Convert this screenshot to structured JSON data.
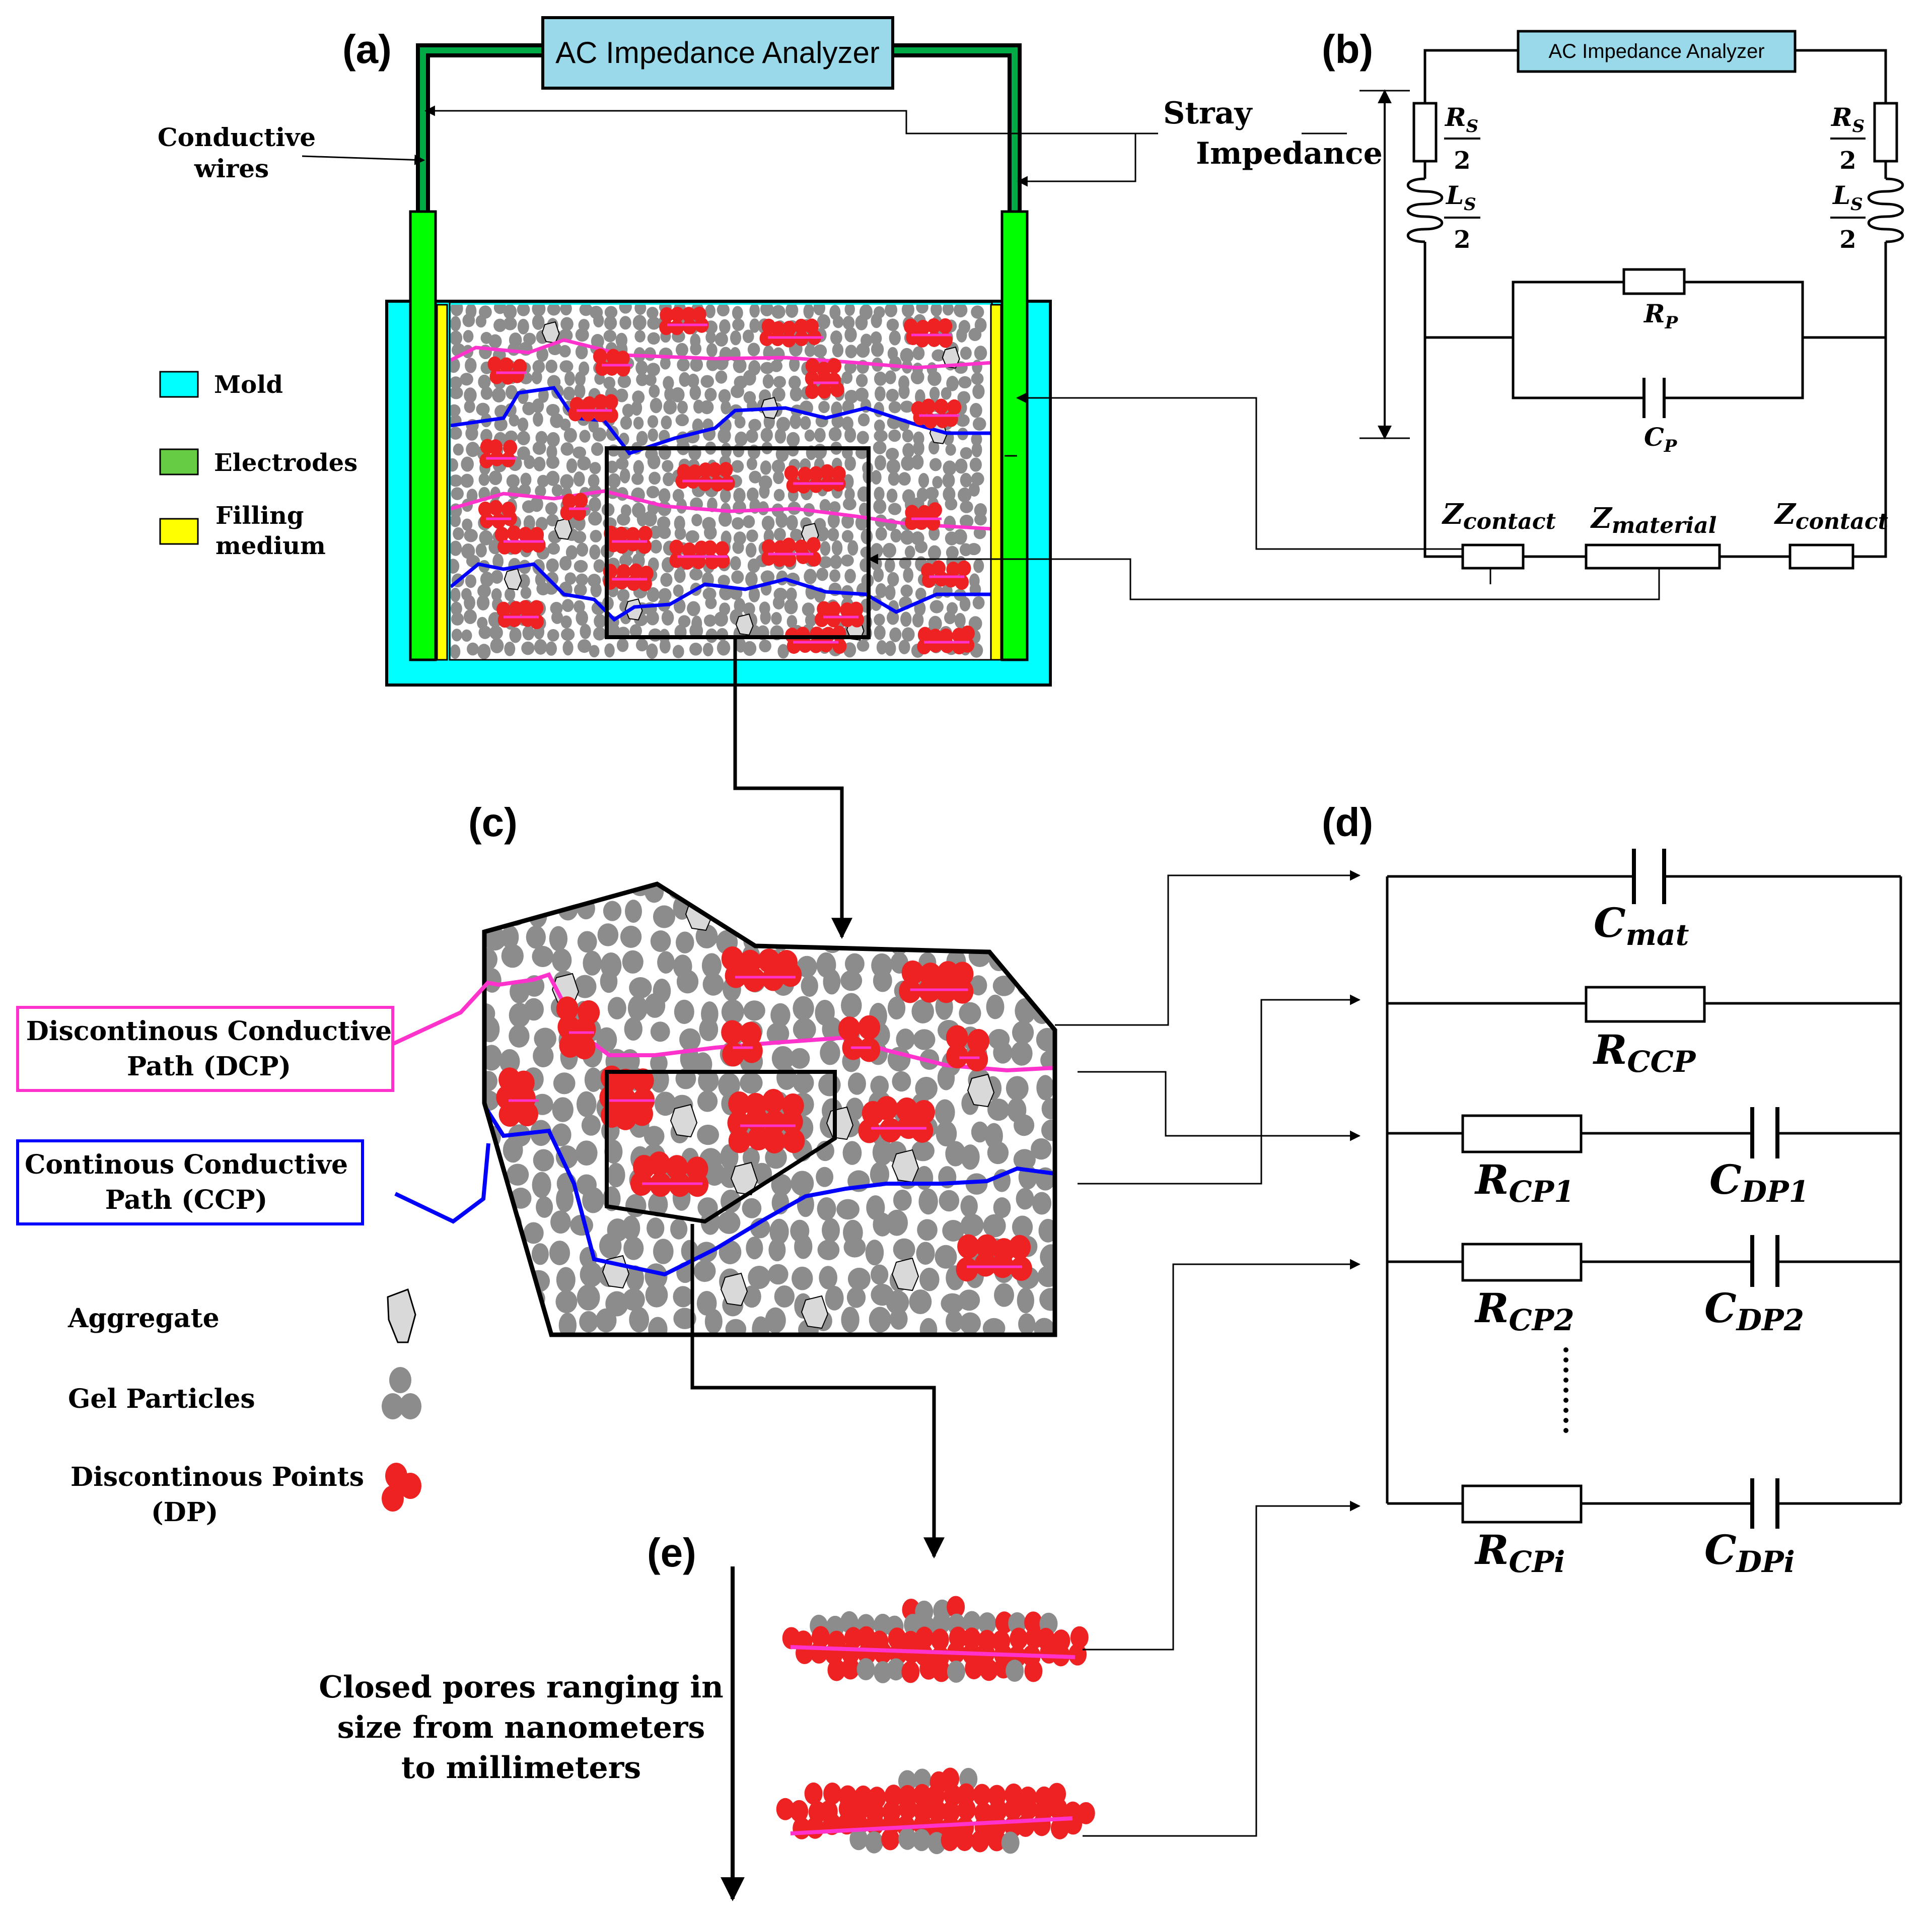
{
  "panels": {
    "a": "(a)",
    "b": "(b)",
    "c": "(c)",
    "d": "(d)",
    "e": "(e)"
  },
  "analyzer": "AC Impedance Analyzer",
  "analyzer_small": "AC Impedance Analyzer",
  "conductive_wires": [
    "Conductive",
    "wires"
  ],
  "stray": [
    "Stray",
    "Impedance"
  ],
  "legend_a": {
    "mold": "Mold",
    "electrodes": "Electrodes",
    "filling": [
      "Filling",
      "medium"
    ]
  },
  "circuit_b": {
    "rs": "R",
    "rs_sub": "S",
    "ls": "L",
    "ls_sub": "S",
    "half": "2",
    "rp": "R",
    "rp_sub": "P",
    "cp": "C",
    "cp_sub": "P",
    "z": "Z",
    "contact": "contact",
    "material": "material"
  },
  "paths": {
    "dcp": [
      "Discontinous Conductive",
      "Path (DCP)"
    ],
    "ccp": [
      "Continous Conductive",
      "Path (CCP)"
    ]
  },
  "legend_c": {
    "aggregate": "Aggregate",
    "gel": "Gel Particles",
    "dp": [
      "Discontinous Points",
      "(DP)"
    ]
  },
  "pores_text": [
    "Closed pores ranging in",
    "size from nanometers",
    "to millimeters"
  ],
  "circuit_d": {
    "c": "C",
    "mat": "mat",
    "r": "R",
    "ccp": "CCP",
    "cp1": "CP1",
    "dp1": "DP1",
    "cp2": "CP2",
    "dp2": "DP2",
    "cpi": "CPi",
    "dpi": "DPi",
    "dots": "⋮"
  },
  "colors": {
    "mold": "#00ffff",
    "electrode": "#00ff00",
    "electrode_legend": "#66cc44",
    "filling": "#ffff00",
    "analyzer": "#99d9ea",
    "dcp": "#ff33cc",
    "ccp": "#0000ff",
    "gel": "#8c8c8c",
    "dp": "#ee2222",
    "wire_green": "#00aa44"
  },
  "icons": [
    "aggregate-icon",
    "gel-particles-icon",
    "discontinuous-points-icon",
    "resistor-icon",
    "capacitor-icon",
    "inductor-icon"
  ]
}
